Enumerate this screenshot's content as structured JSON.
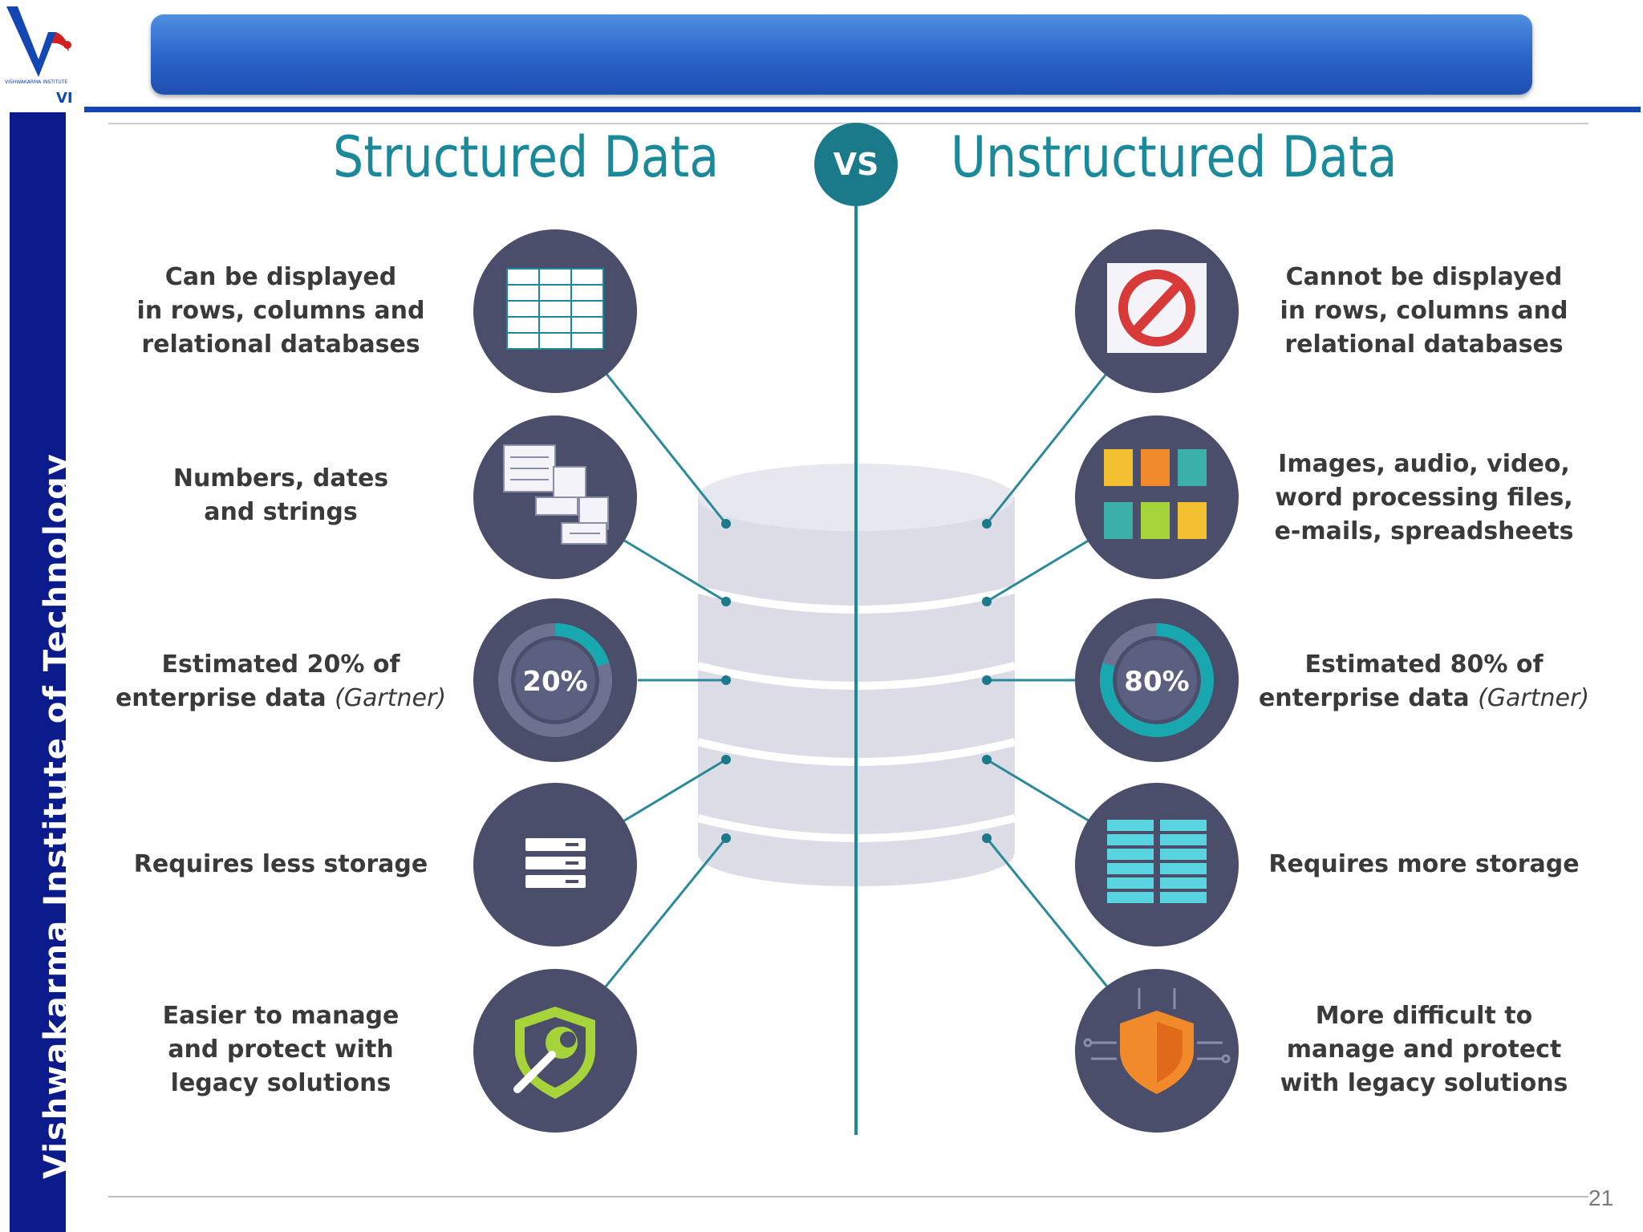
{
  "header": {
    "logo_text": "VI",
    "title": "",
    "page_number": "21",
    "sidebar_text": "Vishwakarma  Institute  of  Technology"
  },
  "diagram": {
    "left_title": "Structured Data",
    "vs_label": "VS",
    "right_title": "Unstructured Data",
    "left_items": [
      {
        "line1": "Can be displayed",
        "line2": "in rows, columns and",
        "line3": "relational databases",
        "icon": "table-grid-icon"
      },
      {
        "line1": "Numbers, dates",
        "line2": "and strings",
        "icon": "documents-icon"
      },
      {
        "line1": "Estimated 20% of",
        "line2": "enterprise data",
        "note": "(Gartner)",
        "icon": "percent-ring-icon",
        "ring_label": "20%",
        "ring_value": 0.2
      },
      {
        "line1": "Requires less storage",
        "icon": "server-stack-icon"
      },
      {
        "line1": "Easier to manage",
        "line2": "and protect with",
        "line3": "legacy solutions",
        "icon": "shield-wrench-icon"
      }
    ],
    "right_items": [
      {
        "line1": "Cannot be displayed",
        "line2": "in rows, columns and",
        "line3": "relational databases",
        "icon": "prohibited-table-icon"
      },
      {
        "line1": "Images, audio, video,",
        "line2": "word processing files,",
        "line3": "e-mails, spreadsheets",
        "icon": "files-icon"
      },
      {
        "line1": "Estimated 80% of",
        "line2": "enterprise data",
        "note": "(Gartner)",
        "icon": "percent-ring-icon",
        "ring_label": "80%",
        "ring_value": 0.8
      },
      {
        "line1": "Requires more storage",
        "icon": "server-rack-icon"
      },
      {
        "line1": "More difficult to",
        "line2": "manage and protect",
        "line3": "with legacy solutions",
        "icon": "shield-circuit-icon"
      }
    ]
  },
  "colors": {
    "sidebar": "#0b1b8c",
    "banner": "#2a63c8",
    "teal": "#1a8a9a",
    "circle": "#4a4e6a",
    "database": "#dcdce6"
  }
}
